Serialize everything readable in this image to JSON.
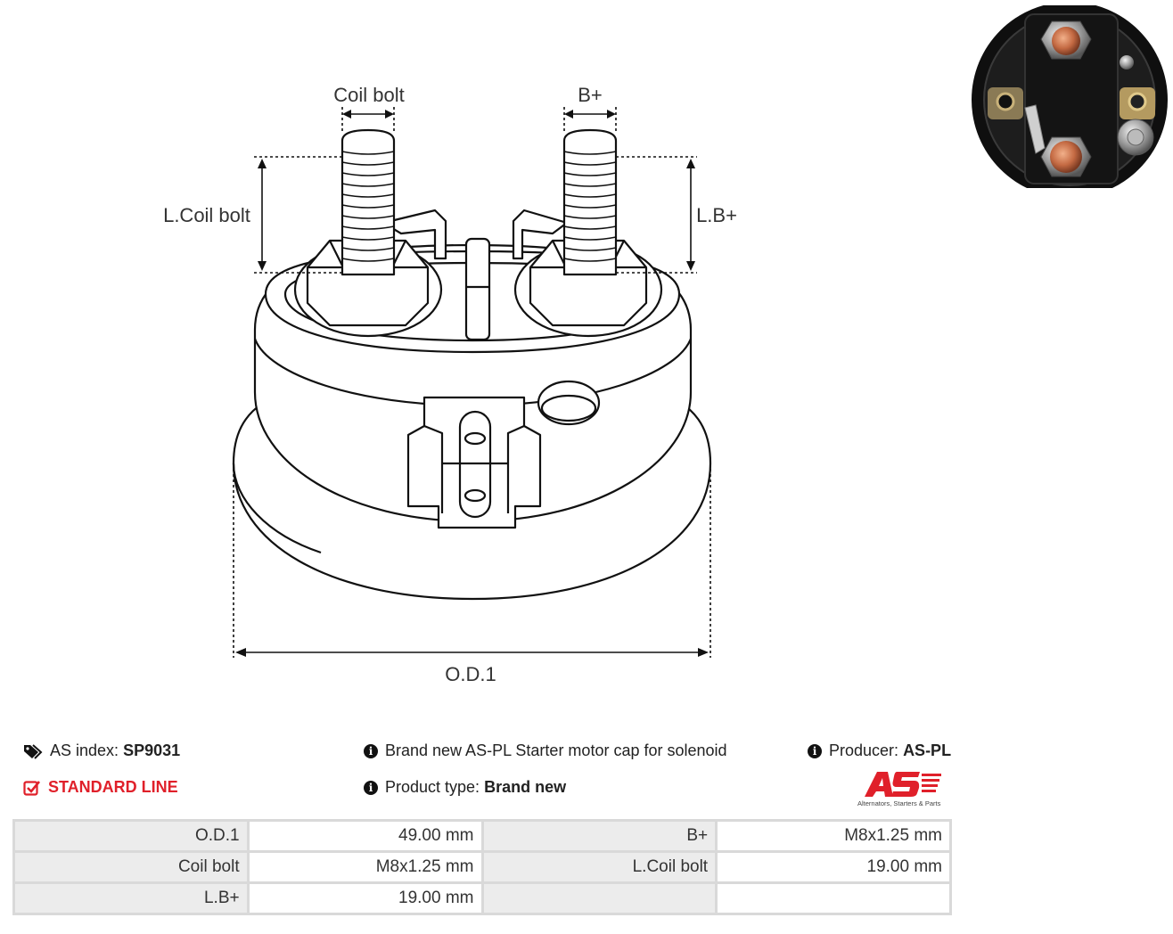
{
  "drawing": {
    "labels": {
      "coil_bolt": "Coil bolt",
      "b_plus": "B+",
      "l_coil_bolt": "L.Coil bolt",
      "l_b_plus": "L.B+",
      "od1": "O.D.1"
    }
  },
  "info": {
    "as_index_label": "AS index:",
    "as_index_value": "SP9031",
    "line_label": "STANDARD LINE",
    "description": "Brand new AS-PL Starter motor cap for solenoid",
    "product_type_label": "Product type:",
    "product_type_value": "Brand new",
    "producer_label": "Producer:",
    "producer_value": "AS-PL"
  },
  "logo": {
    "brand": "AS",
    "tagline": "Alternators, Starters & Parts",
    "color": "#e0202a"
  },
  "specs": {
    "rows": [
      [
        "O.D.1",
        "49.00 mm",
        "B+",
        "M8x1.25 mm"
      ],
      [
        "Coil bolt",
        "M8x1.25 mm",
        "L.Coil bolt",
        "19.00 mm"
      ],
      [
        "L.B+",
        "19.00 mm",
        "",
        ""
      ]
    ]
  },
  "icons": {
    "tag": "tag-icon",
    "check": "checkbox-icon",
    "info": "info-icon"
  }
}
